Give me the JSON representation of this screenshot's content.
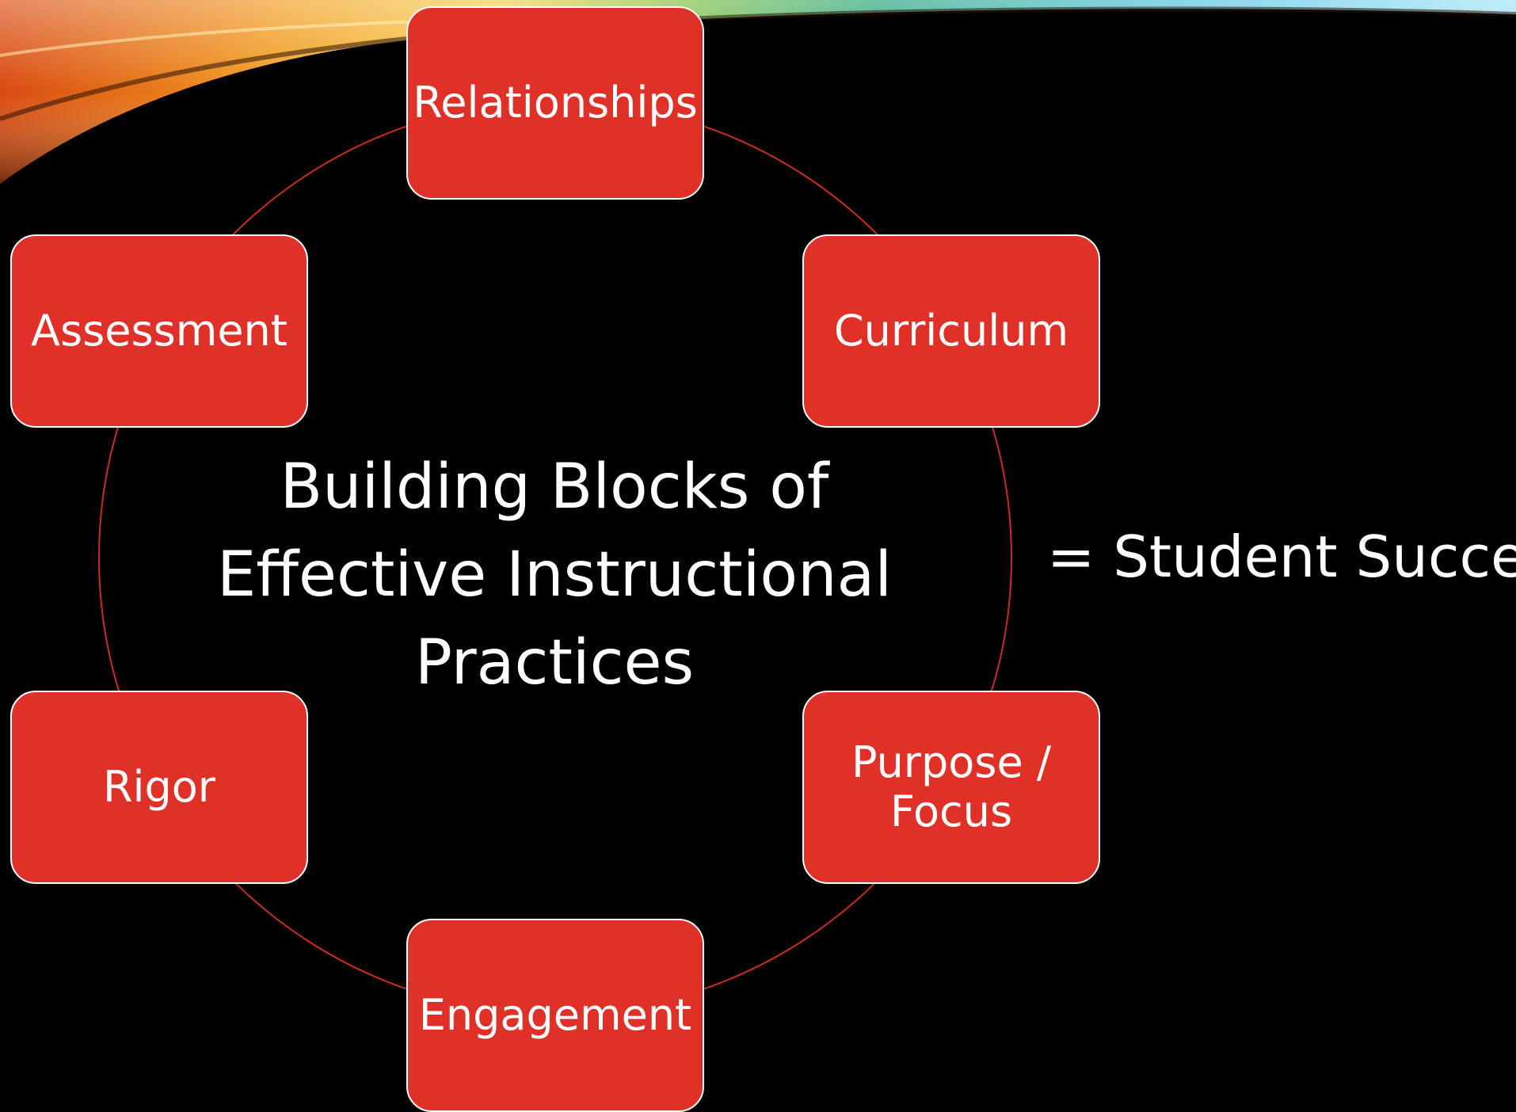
{
  "slide": {
    "center_title": "Building Blocks of Effective Instructional Practices",
    "outcome": "= Student Success"
  },
  "blocks": [
    {
      "id": "relationships",
      "label": "Relationships"
    },
    {
      "id": "curriculum",
      "label": "Curriculum"
    },
    {
      "id": "purpose",
      "label": "Purpose / Focus"
    },
    {
      "id": "engagement",
      "label": "Engagement"
    },
    {
      "id": "rigor",
      "label": "Rigor"
    },
    {
      "id": "assessment",
      "label": "Assessment"
    }
  ],
  "colors": {
    "background": "#000000",
    "block_fill": "#e03128",
    "block_border": "#ffffff",
    "cycle_line": "#cc2b24",
    "text": "#ffffff"
  }
}
